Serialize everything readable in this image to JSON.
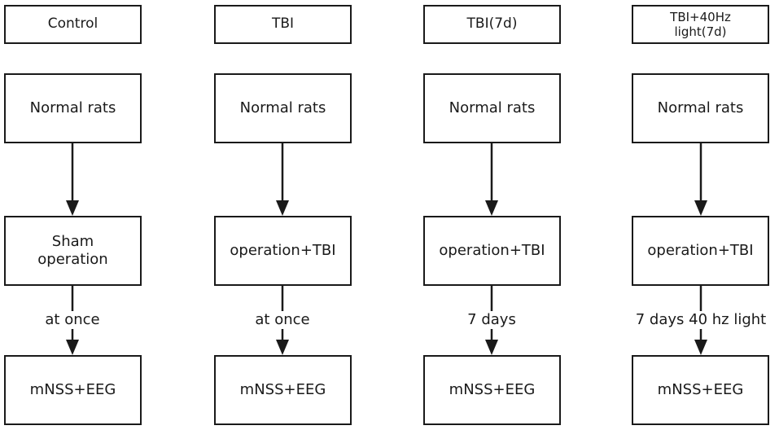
{
  "columns": [
    {
      "header": "Control",
      "step1": "Normal rats",
      "step2_line1": "Sham",
      "step2_line2": "operation",
      "edge_label": "at once",
      "step3": "mNSS+EEG"
    },
    {
      "header": "TBI",
      "step1": "Normal rats",
      "step2": "operation+TBI",
      "edge_label": "at once",
      "step3": "mNSS+EEG"
    },
    {
      "header": "TBI(7d)",
      "step1": "Normal rats",
      "step2": "operation+TBI",
      "edge_label": "7 days",
      "step3": "mNSS+EEG"
    },
    {
      "header_line1": "TBI+40Hz",
      "header_line2": "light(7d)",
      "step1": "Normal rats",
      "step2": "operation+TBI",
      "edge_label": "7 days 40 hz light",
      "step3": "mNSS+EEG"
    }
  ],
  "colors": {
    "stroke": "#1a1a1a",
    "background": "#ffffff"
  }
}
